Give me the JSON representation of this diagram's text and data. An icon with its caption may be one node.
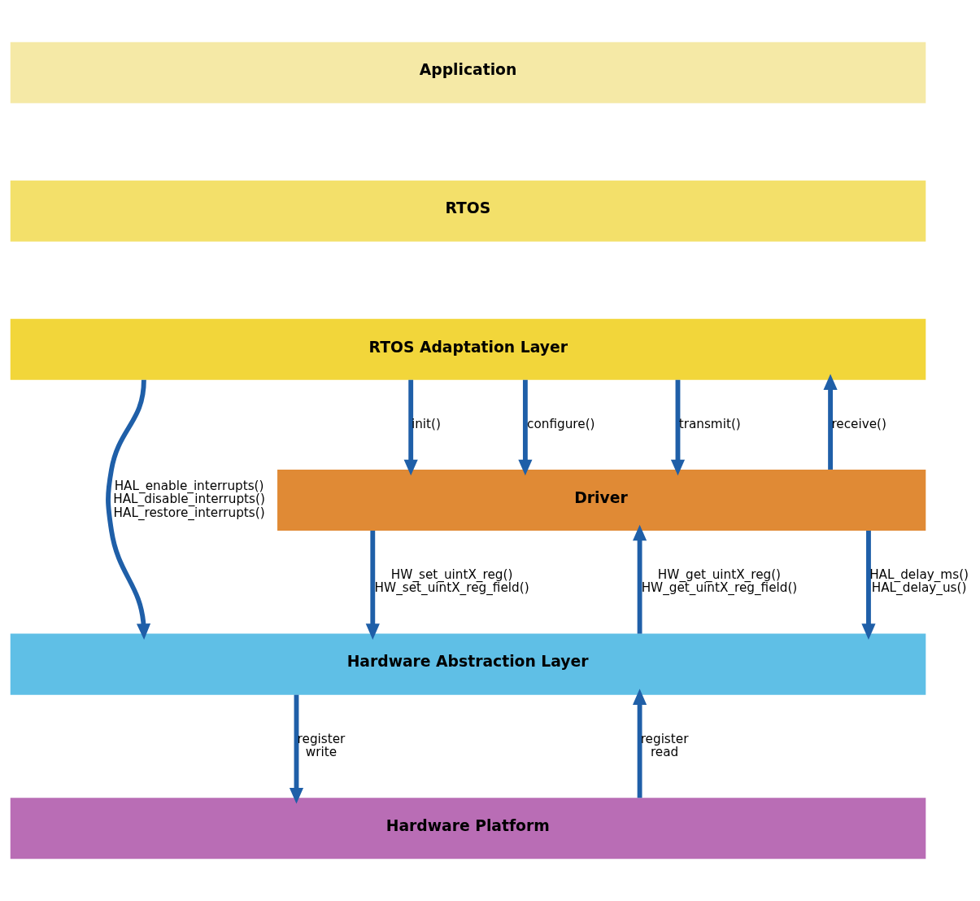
{
  "diagram": {
    "nodes": [
      {
        "text": [
          "Application"
        ]
      },
      {
        "text": [
          "RTOS"
        ]
      },
      {
        "text": [
          "RTOS Adaptation Layer"
        ]
      },
      {
        "text": [
          "Driver"
        ]
      },
      {
        "text": [
          "Hardware Abstraction Layer"
        ]
      },
      {
        "text": [
          "Hardware Platform"
        ]
      }
    ],
    "edges": [
      {
        "from": 2,
        "to": 4,
        "arrow": "to",
        "label": "HAL_enable_interrupts() HAL_disable_interrupts() HAL_restore_interrupts()"
      },
      {
        "from": 2,
        "to": 3,
        "arrow": "to",
        "label": "init()"
      },
      {
        "from": 2,
        "to": 3,
        "arrow": "to",
        "label": "configure()"
      },
      {
        "from": 2,
        "to": 3,
        "arrow": "to",
        "label": "transmit()"
      },
      {
        "from": 3,
        "to": 2,
        "arrow": "to",
        "label": "receive()"
      },
      {
        "from": 3,
        "to": 4,
        "arrow": "to",
        "label": "HW_set_uintX_reg() HW_set_uintX_reg_field()"
      },
      {
        "from": 4,
        "to": 3,
        "arrow": "to",
        "label": "HW_get_uintX_reg() HW_get_uintX_reg_field()"
      },
      {
        "from": 3,
        "to": 4,
        "arrow": "to",
        "label": "HAL_delay_ms() HAL_delay_us()"
      },
      {
        "from": 4,
        "to": 5,
        "arrow": "to",
        "label": "register write"
      },
      {
        "from": 5,
        "to": 4,
        "arrow": "to",
        "label": "register read"
      }
    ]
  }
}
